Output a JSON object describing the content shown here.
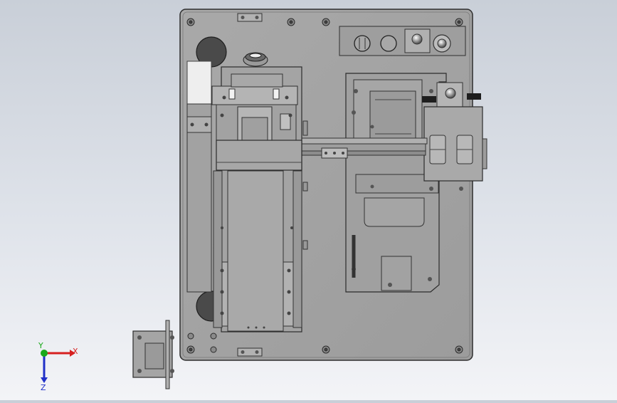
{
  "viewport": {
    "background_top": "#c9cfd8",
    "background_bottom": "#f3f4f7",
    "part_color": "#a3a3a3",
    "edge_color": "#3a3a3a"
  },
  "triad": {
    "x_label": "X",
    "y_label": "Y",
    "z_label": "Z",
    "x_color": "#d62020",
    "y_color": "#1aa81a",
    "z_color": "#2030c8"
  }
}
